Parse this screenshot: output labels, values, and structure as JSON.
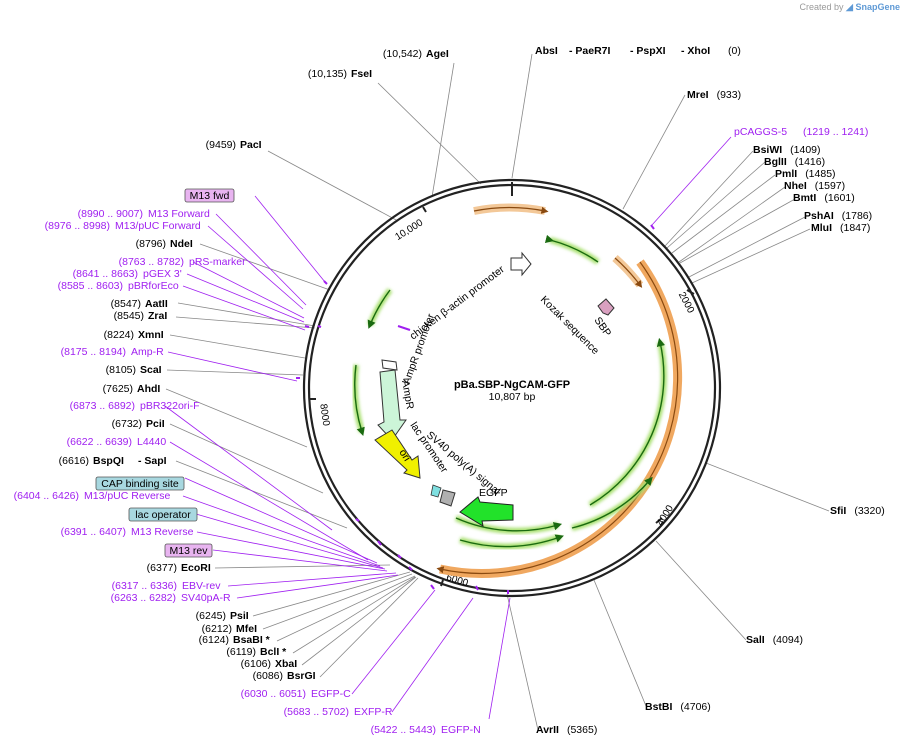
{
  "credit": {
    "prefix": "Created by",
    "brand": "SnapGene"
  },
  "plasmid": {
    "name": "pBa.SBP-NgCAM-GFP",
    "length": "10,807 bp"
  },
  "ticks": [
    "2000",
    "4000",
    "6000",
    "8000",
    "10,000"
  ],
  "inner_labels": {
    "chicken": "chicken β-actin promoter",
    "kozak": "Kozak sequence",
    "sbp": "SBP",
    "ampr_promoter": "AmpR promoter",
    "ampr": "AmpR",
    "lac_promoter": "lac promoter",
    "sv40": "SV40 poly(A) signal",
    "egfp": "EGFP",
    "ori": "ori"
  },
  "sites": [
    {
      "pos": "(10,542)",
      "name": "AgeI"
    },
    {
      "pos": "(10,135)",
      "name": "FseI"
    },
    {
      "pos": "(9459)",
      "name": "PacI"
    },
    {
      "pos": "(8796)",
      "name": "NdeI"
    },
    {
      "pos": "(8547)",
      "name": "AatII"
    },
    {
      "pos": "(8545)",
      "name": "ZraI"
    },
    {
      "pos": "(8224)",
      "name": "XmnI"
    },
    {
      "pos": "(8105)",
      "name": "ScaI"
    },
    {
      "pos": "(7625)",
      "name": "AhdI"
    },
    {
      "pos": "(6732)",
      "name": "PciI"
    },
    {
      "pos": "(6616)",
      "name": "BspQI",
      "name2": "- SapI"
    },
    {
      "pos": "(6377)",
      "name": "EcoRI"
    },
    {
      "pos": "(6245)",
      "name": "PsiI"
    },
    {
      "pos": "(6212)",
      "name": "MfeI"
    },
    {
      "pos": "(6124)",
      "name": "BsaBI *"
    },
    {
      "pos": "(6119)",
      "name": "BclI *"
    },
    {
      "pos": "(6106)",
      "name": "XbaI"
    },
    {
      "pos": "(6086)",
      "name": "BsrGI"
    },
    {
      "pos": "(0)",
      "name": "AbsI",
      "name2": "- PaeR7I",
      "name3": "- PspXI",
      "name4": "- XhoI"
    },
    {
      "pos": "(933)",
      "name": "MreI"
    },
    {
      "pos": "(1409)",
      "name": "BsiWI"
    },
    {
      "pos": "(1416)",
      "name": "BglII"
    },
    {
      "pos": "(1485)",
      "name": "PmlI"
    },
    {
      "pos": "(1597)",
      "name": "NheI"
    },
    {
      "pos": "(1601)",
      "name": "BmtI"
    },
    {
      "pos": "(1786)",
      "name": "PshAI"
    },
    {
      "pos": "(1847)",
      "name": "MluI"
    },
    {
      "pos": "(3320)",
      "name": "SfiI"
    },
    {
      "pos": "(4094)",
      "name": "SalI"
    },
    {
      "pos": "(4706)",
      "name": "BstBI"
    },
    {
      "pos": "(5365)",
      "name": "AvrII"
    }
  ],
  "primers": [
    {
      "range": "(8990 .. 9007)",
      "name": "M13 Forward"
    },
    {
      "range": "(8976 .. 8998)",
      "name": "M13/pUC Forward"
    },
    {
      "range": "(8763 .. 8782)",
      "name": "pRS-marker"
    },
    {
      "range": "(8641 .. 8663)",
      "name": "pGEX 3'"
    },
    {
      "range": "(8585 .. 8603)",
      "name": "pBRforEco"
    },
    {
      "range": "(8175 .. 8194)",
      "name": "Amp-R"
    },
    {
      "range": "(6873 .. 6892)",
      "name": "pBR322ori-F"
    },
    {
      "range": "(6622 .. 6639)",
      "name": "L4440"
    },
    {
      "range": "(6404 .. 6426)",
      "name": "M13/pUC Reverse"
    },
    {
      "range": "(6391 .. 6407)",
      "name": "M13 Reverse"
    },
    {
      "range": "(6317 .. 6336)",
      "name": "EBV-rev"
    },
    {
      "range": "(6263 .. 6282)",
      "name": "SV40pA-R"
    },
    {
      "range": "(6030 .. 6051)",
      "name": "EGFP-C"
    },
    {
      "range": "(5683 .. 5702)",
      "name": "EXFP-R"
    },
    {
      "range": "(5422 .. 5443)",
      "name": "EGFP-N"
    },
    {
      "range": "(1219 .. 1241)",
      "name": "pCAGGS-5"
    }
  ],
  "boxed": [
    {
      "name": "M13 fwd",
      "color": "#e8b4f0"
    },
    {
      "name": "CAP binding site",
      "color": "#a8d8e0"
    },
    {
      "name": "lac operator",
      "color": "#a8d8e0"
    },
    {
      "name": "M13 rev",
      "color": "#e8b4f0"
    }
  ],
  "colors": {
    "backbone": "#222222",
    "orange": "#f0a860",
    "green": "#7cc040",
    "primer": "#a020f0"
  }
}
